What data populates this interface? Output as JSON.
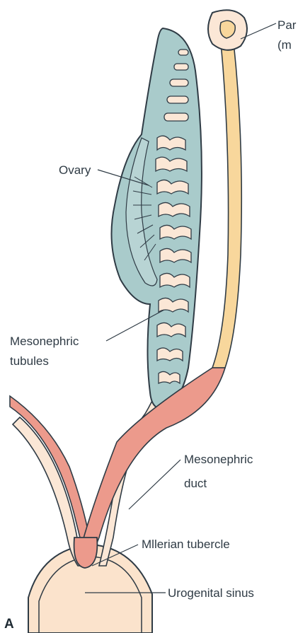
{
  "figure": {
    "panel_letter": "A",
    "labels": {
      "paramesonephric_line1": "Par",
      "paramesonephric_line2": "(m",
      "ovary": "Ovary",
      "mesonephric_tubules_line1": "Mesonephric",
      "mesonephric_tubules_line2": "tubules",
      "mesonephric_duct_line1": "Mesonephric",
      "mesonephric_duct_line2": "duct",
      "mullerian_tubercle": "Mllerian tubercle",
      "urogenital_sinus": "Urogenital sinus"
    },
    "colors": {
      "ovary_fill": "#a9cbcb",
      "ovary_stroke": "#3a4a50",
      "tubule_fill": "#fbe7d6",
      "paramesonephric_upper": "#f8d79c",
      "paramesonephric_lower": "#ec9a8c",
      "mesonephric_duct": "#fbe7d6",
      "sinus_fill": "#fbe3cc",
      "outline": "#2f3b45"
    }
  }
}
